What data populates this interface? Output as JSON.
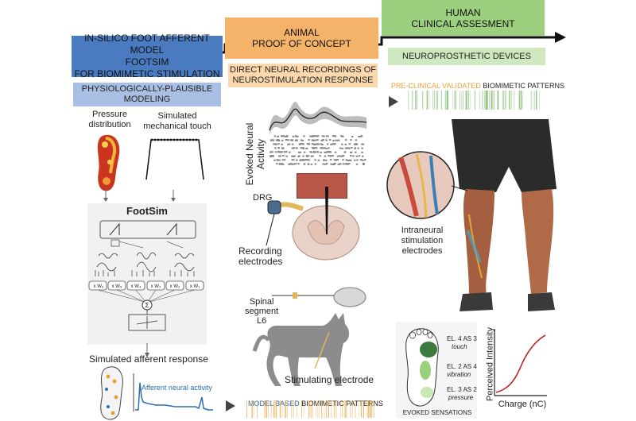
{
  "headers": {
    "in_silico": "IN-SILICO FOOT AFFERENT MODEL\nFOOTSIM\nFOR BIOMIMETIC STIMULATION",
    "animal": "ANIMAL\nPROOF OF CONCEPT",
    "human": "HUMAN\nCLINICAL ASSESMENT"
  },
  "subheaders": {
    "modeling": "PHYSIOLOGICALLY-PLAUSIBLE\nMODELING",
    "recordings": "DIRECT NEURAL RECORDINGS OF\nNEUROSTIMULATION RESPONSE",
    "devices": "NEUROPROSTHETIC DEVICES"
  },
  "left": {
    "pressure": "Pressure\ndistribution",
    "touch": "Simulated\nmechanical touch",
    "footsim_title": "FootSim",
    "weights": [
      "x W₁",
      "x W₂",
      "x W₃",
      "x W₄",
      "x W₅",
      "x W₆"
    ],
    "sigma": "Σ",
    "afferent": "Simulated  afferent response",
    "activity": "Afferent neural activity"
  },
  "middle": {
    "evoked": "Evoked Neural\nActivity",
    "drg": "DRG",
    "recording": "Recording\nelectrodes",
    "spinal": "Spinal\nsegment\nL6",
    "stimulating": "Stimulating electrode",
    "model_based": "MODEL BASED",
    "biomimetic": " BIOMIMETIC PATTERNS"
  },
  "right": {
    "pre_clinical": "PRE-CLINICAL VALIDATED",
    "biomimetic": " BIOMIMETIC PATTERNS",
    "intraneural": "Intraneural\nstimulation\nelectrodes",
    "el4": "EL. 4 AS 3",
    "el4_s": "touch",
    "el2": "EL. 2 AS 4",
    "el2_s": "vibration",
    "el3": "EL. 3 AS 2",
    "el3_s": "pressure",
    "evoked_sensations": "EVOKED SENSATIONS",
    "ylabel": "Perceived Intensity",
    "xlabel": "Charge (nC)"
  },
  "colors": {
    "blue_header": "#4a7bc0",
    "blue_sub": "#a9bfe3",
    "orange_header": "#f5b36a",
    "orange_sub": "#fbd9ac",
    "green_header": "#9ccf7e",
    "green_sub": "#cfe8bf",
    "orange_accent": "#e8a23a",
    "blue_accent": "#2a6fb0",
    "red_curve": "#c22a2a"
  }
}
